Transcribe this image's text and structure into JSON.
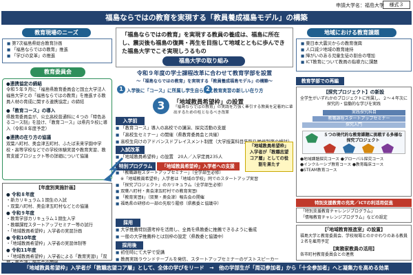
{
  "header": {
    "applicant": "申請大学名：福島大学",
    "form_no": "様式３",
    "title": "福島ならではの教育を実現する「教員養成福島モデル」の構築"
  },
  "left": {
    "needs_head": "教育現場のニーズ",
    "needs_items": [
      "第7次福島県総合教育計画",
      "「福島ならではの教育」推進",
      "「学びの変革」の推進"
    ],
    "board_head": "教育委員会",
    "board_sections": [
      {
        "title": "●連携協定の締結",
        "text": "令和５年９月に「福島県教育委員会と国立大学法人福島大学との「福島ならではの教育」を推進する教員人材の育成に関する連携協定」の締結"
      },
      {
        "title": "●「教育コース」の導入",
        "text": "県教育委員会が、公立高校普通科に４つの「特色あるコース制」を設け、「教育コース」は県内９校に導入（令和８年度予定）"
      },
      {
        "title": "●連携の在り方の協議",
        "text": "双葉八町村、奥会津五町村、ふたば未来学園中学校・高等学校などでの学校体験実習や教育実習、教育支援プロジェクト等の詳細について協議"
      }
    ],
    "schedule_head": "【年度別実施計画】",
    "schedule": [
      {
        "year": "● 令和８年度",
        "items": [
          "・新カリキュラム１期生の入試",
          "・双葉八町村、奥会津五町村などとの協議"
        ]
      },
      {
        "year": "● 令和９年度",
        "items": [
          "・教育学部カリキュラム１期生入学",
          "・教職課程スタートアップセミナー等の試行",
          "・「地域教員希望枠」入学者の実習計画"
        ]
      },
      {
        "year": "● 令和10年度",
        "items": [
          "・「地域教員希望枠」入学者の実習体制等"
        ]
      },
      {
        "year": "● 令和11年度",
        "items": [
          "・「地域教員希望枠」入学者による「教育実習Ⅰ」「双葉・奥会津」報告会の開催"
        ]
      }
    ]
  },
  "center": {
    "intro": "「福島ならではの教育」を実現する教員の養成は、福島に所在し、震災後も福島の復興・再生を目指して地域とともに歩んできた福島大学でこそ実現しうるもの",
    "initiative_head": "福島大学の取り組み",
    "reform_title": "令和９年度の学士課程改革に合わせて教育学部を設置",
    "reform_sub": "〜「福島ならではの教育」を実現する「教員養成福島モデル」の構築〜",
    "point1": "入学後に「コース」に所属し学生自ら探究",
    "point2": "教育実習の新しい在り方",
    "point3_title": "「地域教員希望枠」の設置",
    "point3_text": "「福島ならではの教育」の実践を力強く牽引する教員を定着的に輩出するための柱となるべき改革",
    "entrance_label": "入学前",
    "entrance_items": [
      "「教育コース」導入の高校での講演、探究活動の支援",
      "「高校生セミナー」の開催（県教育委員会と共催）",
      "高校生向けのアドバンスドプレイスメント制度（大学授業科目先取り履修制度の検討）"
    ],
    "exam_label": "入試改革",
    "exam_items": [
      "「地域教員希望枠」の設置　20人／入学定員235人"
    ],
    "program_label": "特別プログラム",
    "program_red": "「地域教員希望枠」入学者への支援",
    "program_items": [
      "「教職課程スタートアップセミナー」（全学部生必修）",
      "※「地域教員希望枠」入学者は「地域の学校」同でのスタートアップ実習",
      "「探究プロジェクト」のカリキュラム（全学部生必修）",
      "双葉八町村・奥会津五町村での教育実習Ⅰ",
      "「教育実習Ⅱ」（双葉・奥会津）報告会の開催",
      "福島県の研修の一部の先取り履修（県教委と協議中）"
    ],
    "yellow_box": "「地域教員希望枠」入学者が「教職志望コア層」としての役割を果たす",
    "hire_label": "採用",
    "hire_items": [
      "大学推薦特別選考枠を活用し、全員を県教委に推薦できるように養成",
      "一般の大学推薦枠とは別枠の設定（県教委と協議中）"
    ],
    "after_label": "採用後",
    "after_items": [
      "初任時にて大学で受講",
      "教員実践ラウンドテーブルを発信、スタートアップセミナーのゲストスピーカー"
    ]
  },
  "right": {
    "region_head": "地域における教育課題",
    "region_items": [
      "東日本大震災からの教育復興",
      "人口減少地域の教育維持",
      "障がいのある児童生徒の割合の増加",
      "ICT教育について教員の指導力に課題"
    ],
    "reform_head": "教育学部での再編",
    "project_head": "【探究プロジェクト】の新設",
    "project_text": "全学生がいずれかのプロジェクトに所属し、２〜４年次に探究的・協働的な学びを実践",
    "stairs": [
      "実践探究科目",
      "教職課程スタートアップセミナー",
      "探究入門"
    ],
    "penta_text": "５つの現代的な教育課題に挑戦する多様な探究プロジェクト",
    "course_items": [
      "●地域課題探究コース ●グローバル探究コース",
      "●インクルーシブ教育コース ●教育臨床コース",
      "●STEAM教育コース"
    ],
    "ict_head": "特別支援教育の充実／ICTの利活用促進",
    "ict_items": [
      "「特別支援教育チャレンジプログラム」",
      "「情報教育チャレンジプログラム」などの設定"
    ],
    "promo_head": "【「地域教育推進室」の設置】",
    "promo_text": "福島大学と教育委員会、学校現場とのかかわりのある教員２名を雇用予定",
    "senior_head": "【実務家教員の活用】",
    "senior_text": "各市町村教育委員会との連携"
  },
  "footer": {
    "text": "「地域教員希望枠」入学者が「教職志望コア層」として、全体の学びをリード　→　他の学部生が「周辺参加者」から「十全参加者」へと凝集力を高める効果"
  },
  "colors": {
    "navy": "#23426f",
    "blue": "#1f5f8f",
    "green": "#2f8f5b",
    "red": "#c0392b"
  }
}
